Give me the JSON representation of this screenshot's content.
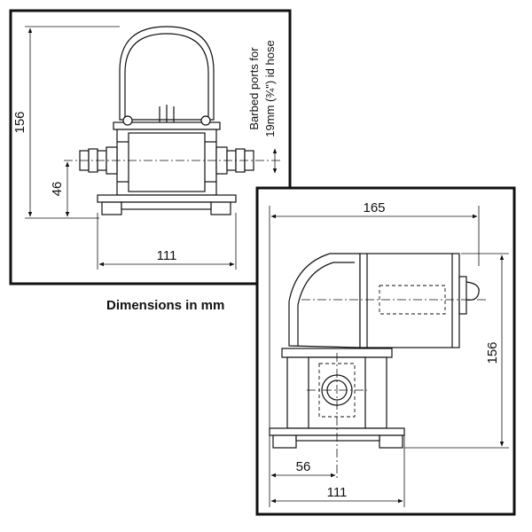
{
  "top_view": {
    "height_label": "156",
    "port_height_label": "46",
    "width_label": "111",
    "port_note_line1": "Barbed ports for",
    "port_note_line2": "19mm (¾\") id hose"
  },
  "caption": "Dimensions in mm",
  "side_view": {
    "length_label": "165",
    "height_label": "156",
    "inlet_offset_label": "56",
    "width_label": "111"
  }
}
